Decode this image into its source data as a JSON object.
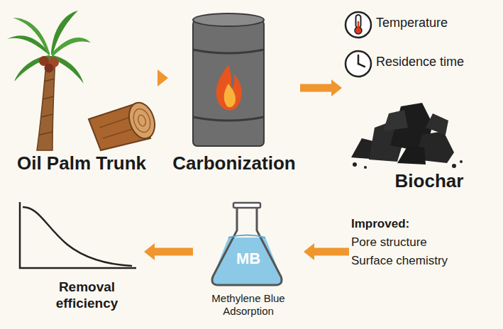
{
  "diagram": {
    "nodes": [
      {
        "text": [
          "Oil Palm Trunk"
        ]
      },
      {
        "text": [
          "Carbonization"
        ]
      },
      {
        "text": [
          "Temperature"
        ]
      },
      {
        "text": [
          "Residence time"
        ]
      },
      {
        "text": [
          "Biochar"
        ]
      },
      {
        "text": [
          "Improved:",
          "Pore structure",
          "Surface chemistry"
        ]
      },
      {
        "text": [
          "MB",
          "Methylene Blue Adsorption"
        ]
      },
      {
        "text": [
          "Removal efficiency"
        ]
      }
    ],
    "edges": [
      {
        "from": 0,
        "to": 1,
        "arrow": "to"
      },
      {
        "from": 1,
        "to": 4,
        "arrow": "to"
      },
      {
        "from": 5,
        "to": 6,
        "arrow": "to"
      },
      {
        "from": 6,
        "to": 7,
        "arrow": "to"
      }
    ]
  }
}
